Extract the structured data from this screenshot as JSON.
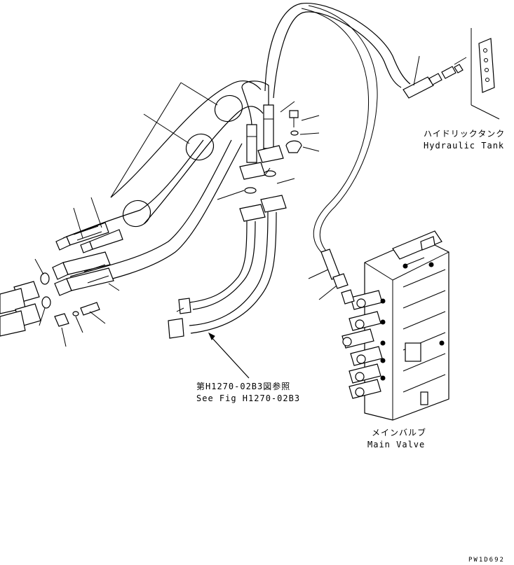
{
  "labels": {
    "hydraulic_tank_jp": "ハイドリックタンク",
    "hydraulic_tank_en": "Hydraulic Tank",
    "ref_jp": "第H1270-02B3図参照",
    "ref_en": "See Fig H1270-02B3",
    "main_valve_jp": "メインバルブ",
    "main_valve_en": "Main Valve",
    "drawing_code": "PW1D692"
  }
}
